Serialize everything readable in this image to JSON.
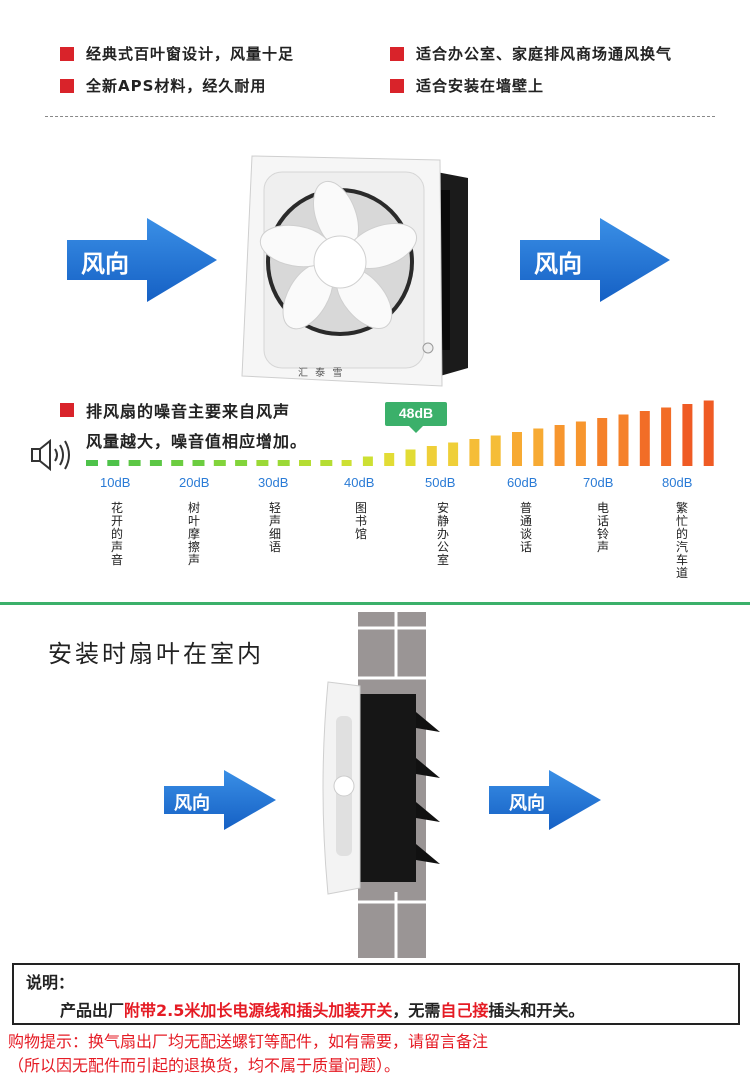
{
  "features": {
    "f1": "经典式百叶窗设计，风量十足",
    "f2": "适合办公室、家庭排风商场通风换气",
    "f3": "全新APS材料，经久耐用",
    "f4": "适合安装在墙壁上"
  },
  "arrows": {
    "left_top": "风向",
    "right_top": "风向",
    "left_bottom": "风向",
    "right_bottom": "风向"
  },
  "fan_brand": "汇 泰 雪",
  "noise": {
    "line1": "排风扇的噪音主要来自风声",
    "line2": "风量越大，噪音值相应增加。",
    "marker": "48dB",
    "levels": [
      "10dB",
      "20dB",
      "30dB",
      "40dB",
      "50dB",
      "60dB",
      "70dB",
      "80dB"
    ],
    "examples": [
      "花开的声音",
      "树叶摩擦声",
      "轻声细语",
      "图书馆",
      "安静办公室",
      "普通谈话",
      "电话铃声",
      "繁忙的汽车道"
    ]
  },
  "install_title": "安装时扇叶在室内",
  "note": {
    "heading": "说明：",
    "p1": "产品出厂",
    "p2": "附带2.5米加长电源线和插头加装开关",
    "p3": "，无需",
    "p4": "自己接",
    "p5": "插头和开关。"
  },
  "tip": {
    "line1": "购物提示：换气扇出厂均无配送螺钉等配件，如有需要，请留言备注",
    "line2": "（所以因无配件而引起的退换货，均不属于质量问题）。"
  },
  "colors": {
    "accent_red": "#d9232a",
    "arrow_blue": "#1f6fd0",
    "divider_green": "#3bb06a"
  }
}
